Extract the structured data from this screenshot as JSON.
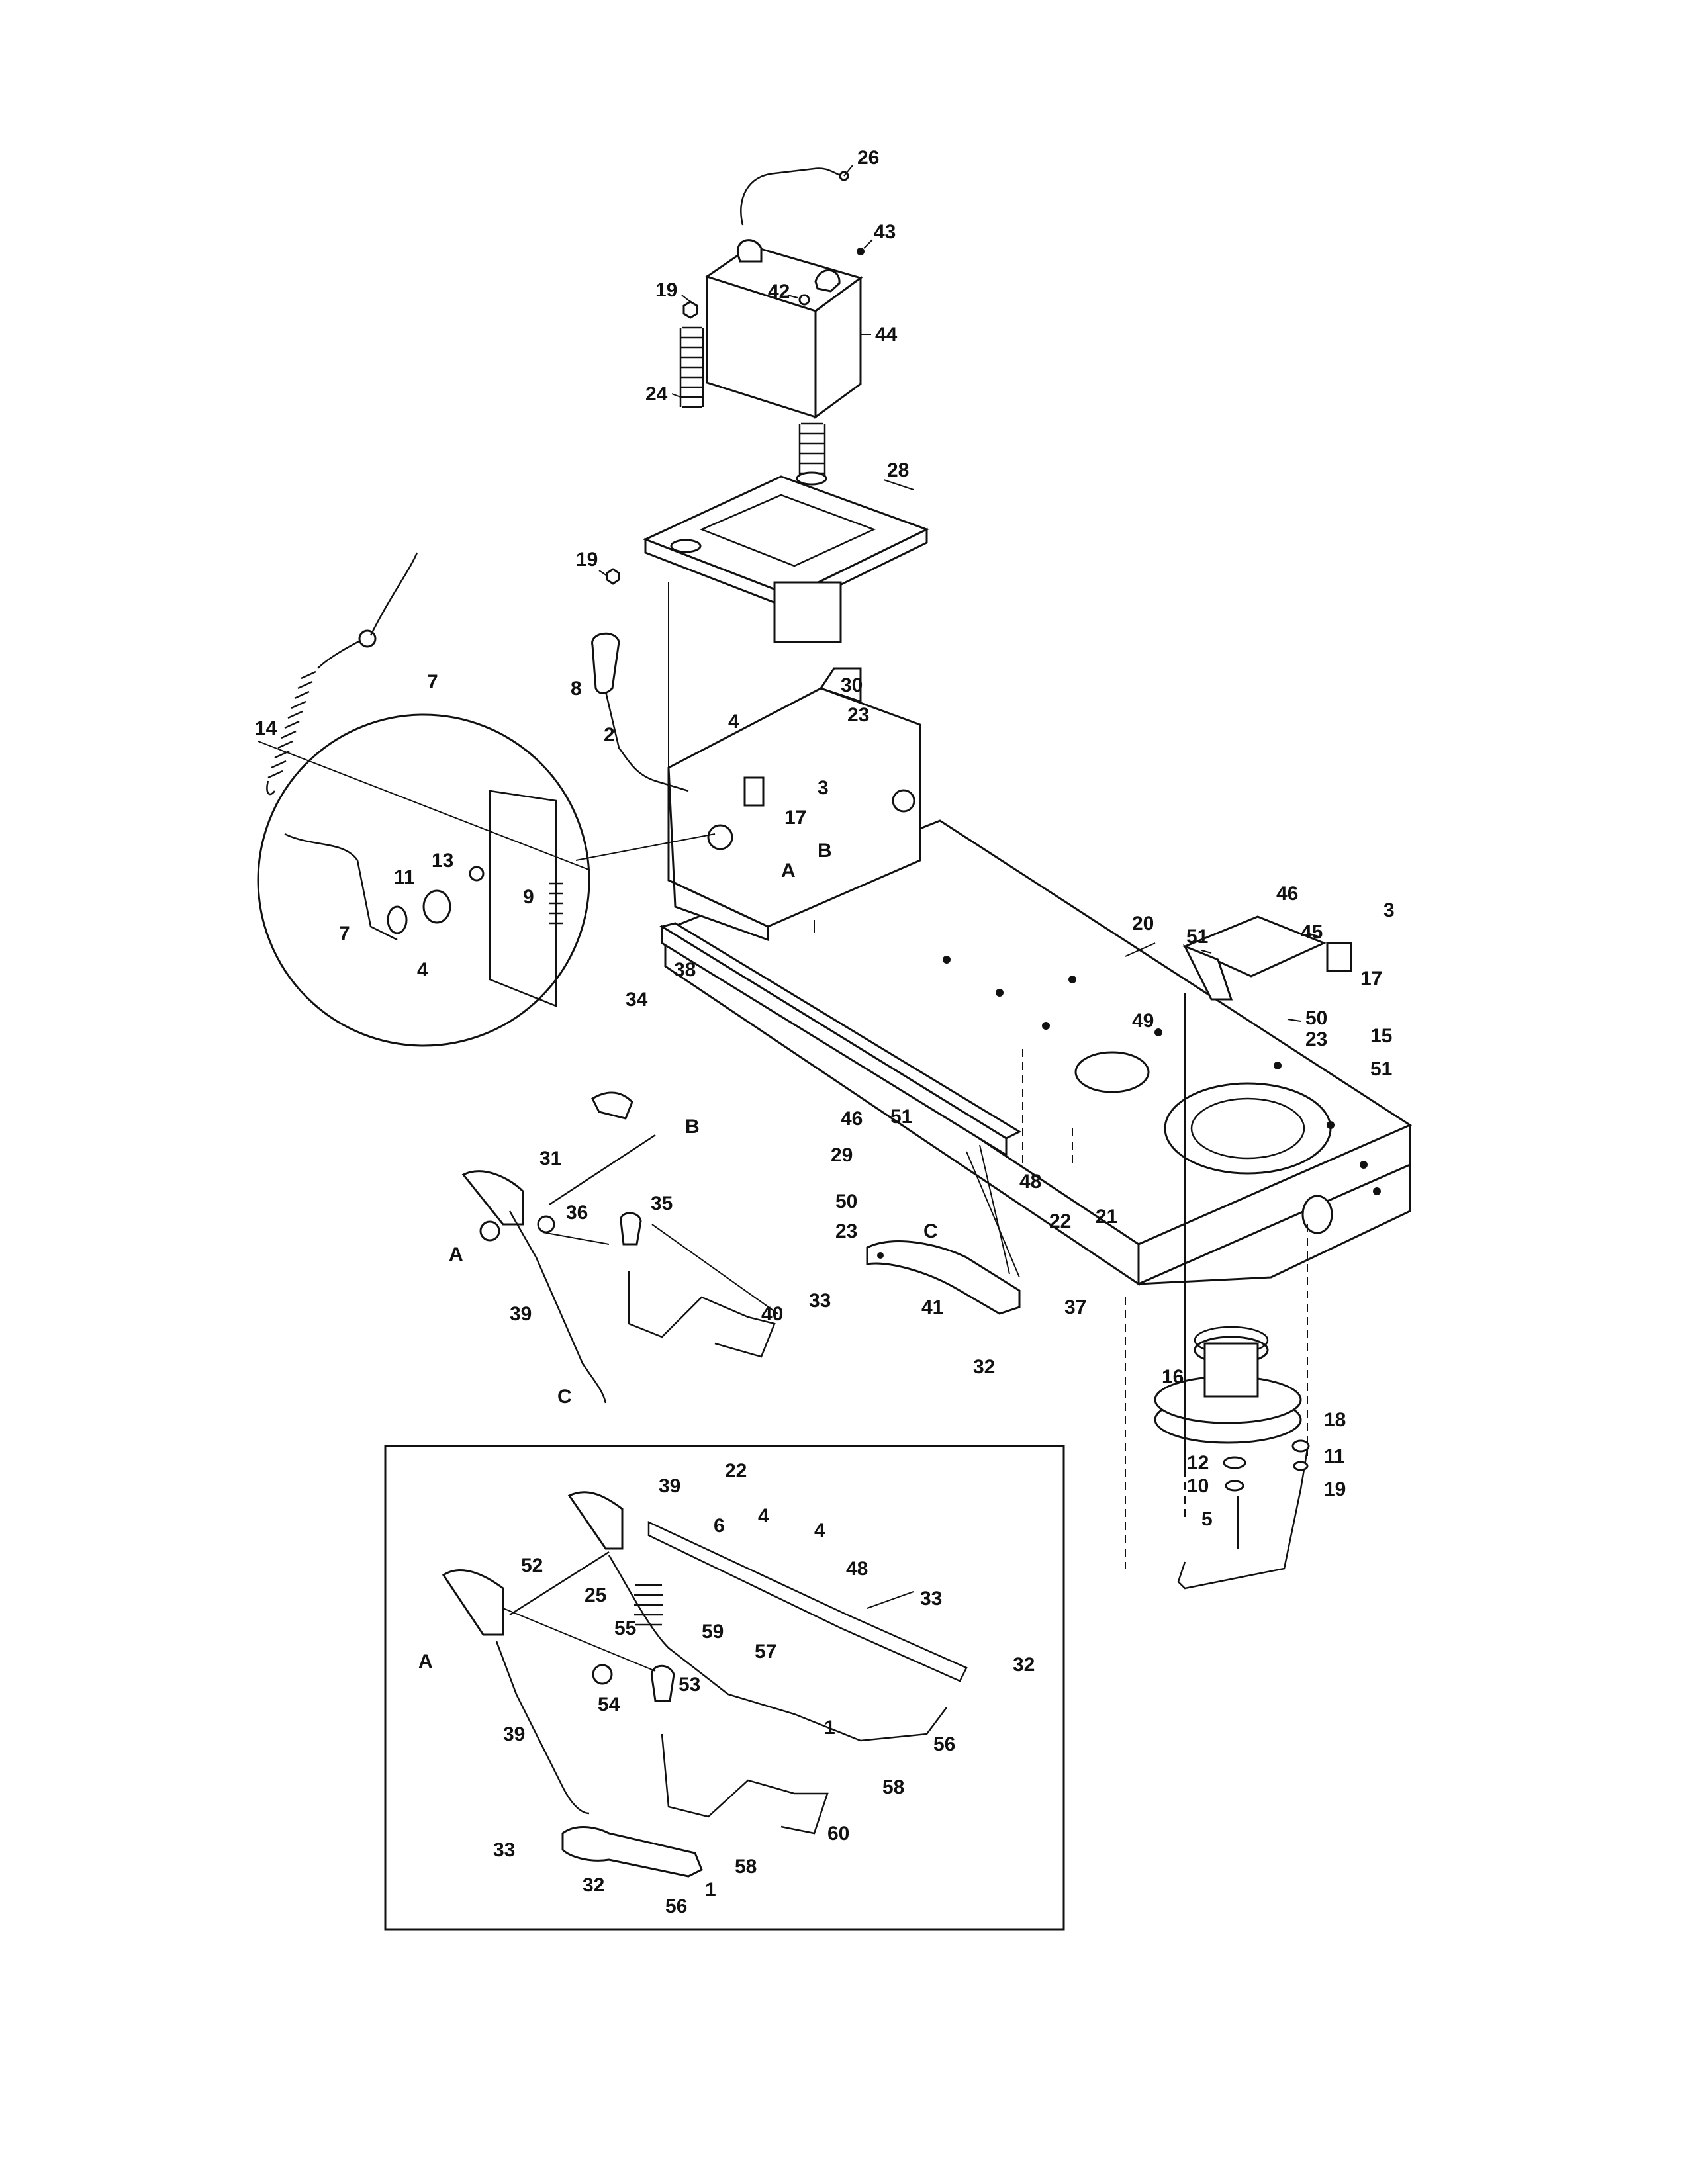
{
  "callouts": {
    "c26": "26",
    "c43": "43",
    "c42": "42",
    "c44": "44",
    "c19a": "19",
    "c24": "24",
    "c28": "28",
    "c19b": "19",
    "c7a": "7",
    "c14": "14",
    "c8": "8",
    "c30": "30",
    "c4a": "4",
    "c23a": "23",
    "c2": "2",
    "c3a": "3",
    "c17a": "17",
    "cA1": "A",
    "cB1": "B",
    "c13": "13",
    "c11a": "11",
    "c9": "9",
    "c7b": "7",
    "c4b": "4",
    "c34": "34",
    "c38": "38",
    "c46a": "46",
    "c3b": "3",
    "c51a": "51",
    "c45": "45",
    "c17b": "17",
    "c20": "20",
    "c49": "49",
    "c50a": "50",
    "c23b": "23",
    "c15": "15",
    "c51b": "51",
    "cB2": "B",
    "c31": "31",
    "c46b": "46",
    "c51c": "51",
    "c29": "29",
    "c48a": "48",
    "c21": "21",
    "c50b": "50",
    "c22a": "22",
    "c23c": "23",
    "c36": "36",
    "c35": "35",
    "cA2": "A",
    "cC1": "C",
    "c33a": "33",
    "c41": "41",
    "c37": "37",
    "c39a": "39",
    "c40": "40",
    "c32a": "32",
    "cC2": "C",
    "c16": "16",
    "c18": "18",
    "c12": "12",
    "c11b": "11",
    "c10": "10",
    "c19c": "19",
    "c5": "5",
    "c39b": "39",
    "c22b": "22",
    "c6": "6",
    "c4c": "4",
    "c4d": "4",
    "c52": "52",
    "c48b": "48",
    "c25": "25",
    "c55": "55",
    "c33b": "33",
    "c59": "59",
    "c57": "57",
    "cA3": "A",
    "c32b": "32",
    "c53": "53",
    "c54": "54",
    "c39c": "39",
    "c1a": "1",
    "c56a": "56",
    "c58a": "58",
    "c60": "60",
    "c33c": "33",
    "c58b": "58",
    "c32c": "32",
    "c1b": "1",
    "c56b": "56"
  }
}
